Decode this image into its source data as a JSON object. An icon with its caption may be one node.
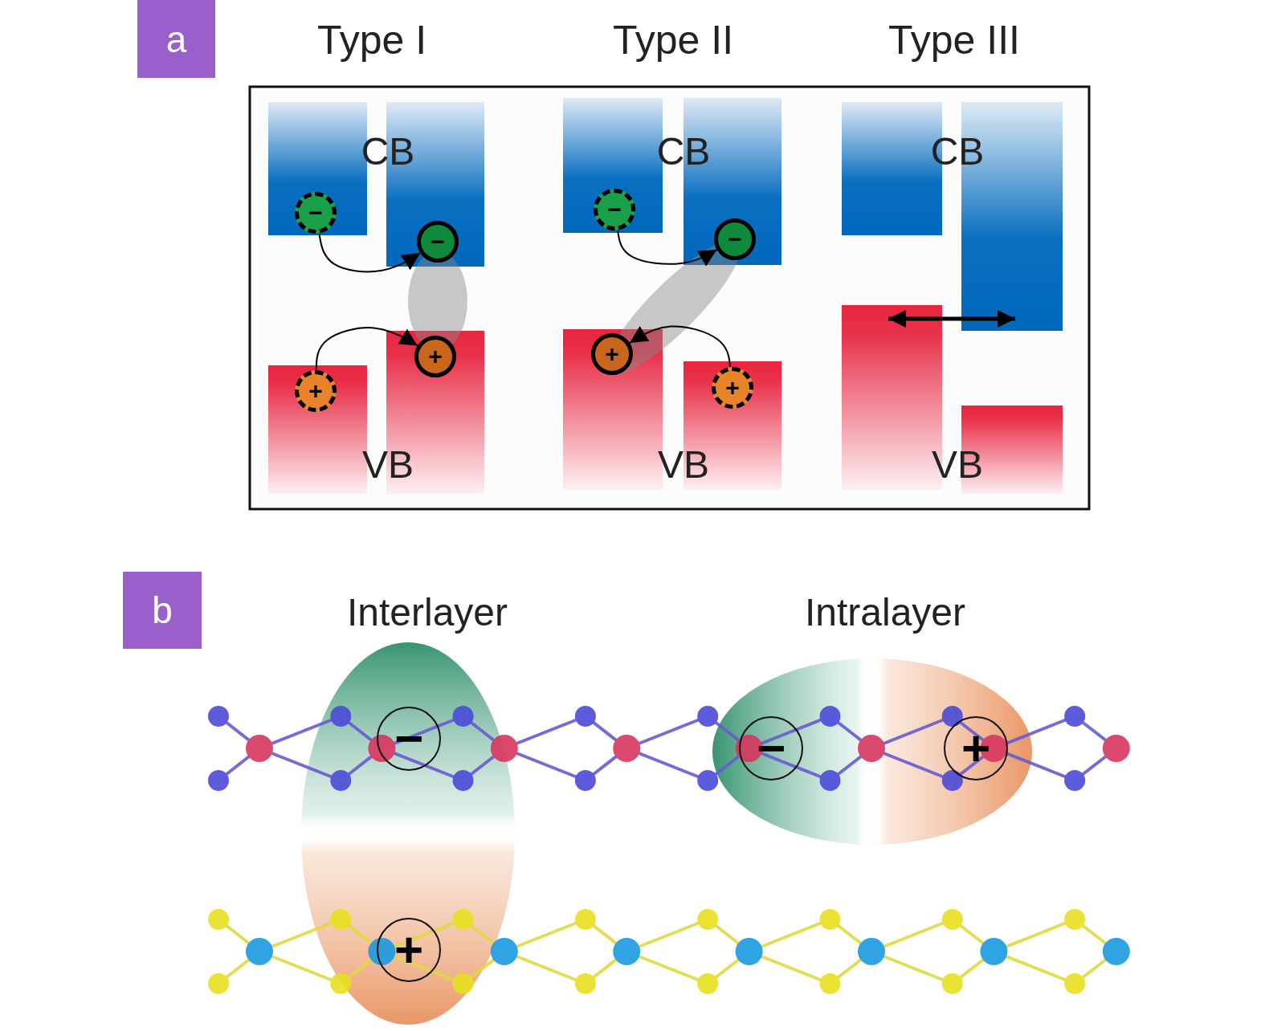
{
  "diagram": {
    "nodes": [
      {
        "text": [
          "a"
        ]
      },
      {
        "text": [
          "−"
        ]
      },
      {
        "text": [
          "−"
        ]
      },
      {
        "text": [
          "−"
        ]
      },
      {
        "text": [
          "−"
        ]
      },
      {
        "text": [
          "+"
        ]
      },
      {
        "text": [
          "+"
        ]
      },
      {
        "text": [
          "+"
        ]
      },
      {
        "text": [
          "+"
        ]
      },
      {
        "text": [
          "b"
        ]
      },
      {
        "text": [
          "−"
        ]
      },
      {
        "text": [
          "−"
        ]
      },
      {
        "text": [
          "+"
        ]
      },
      {
        "text": [
          "+"
        ]
      }
    ],
    "edges": [
      {
        "from": 1,
        "to": 2,
        "arrow": "to"
      },
      {
        "from": 3,
        "to": 4,
        "arrow": "to"
      },
      {
        "from": 5,
        "to": 6,
        "arrow": "to"
      },
      {
        "from": 8,
        "to": 7,
        "arrow": "to"
      }
    ],
    "labels": [
      "Type I",
      "Type II",
      "Type III",
      "CB",
      "CB",
      "CB",
      "VB",
      "VB",
      "VB",
      "Interlayer",
      "Intralayer"
    ]
  }
}
